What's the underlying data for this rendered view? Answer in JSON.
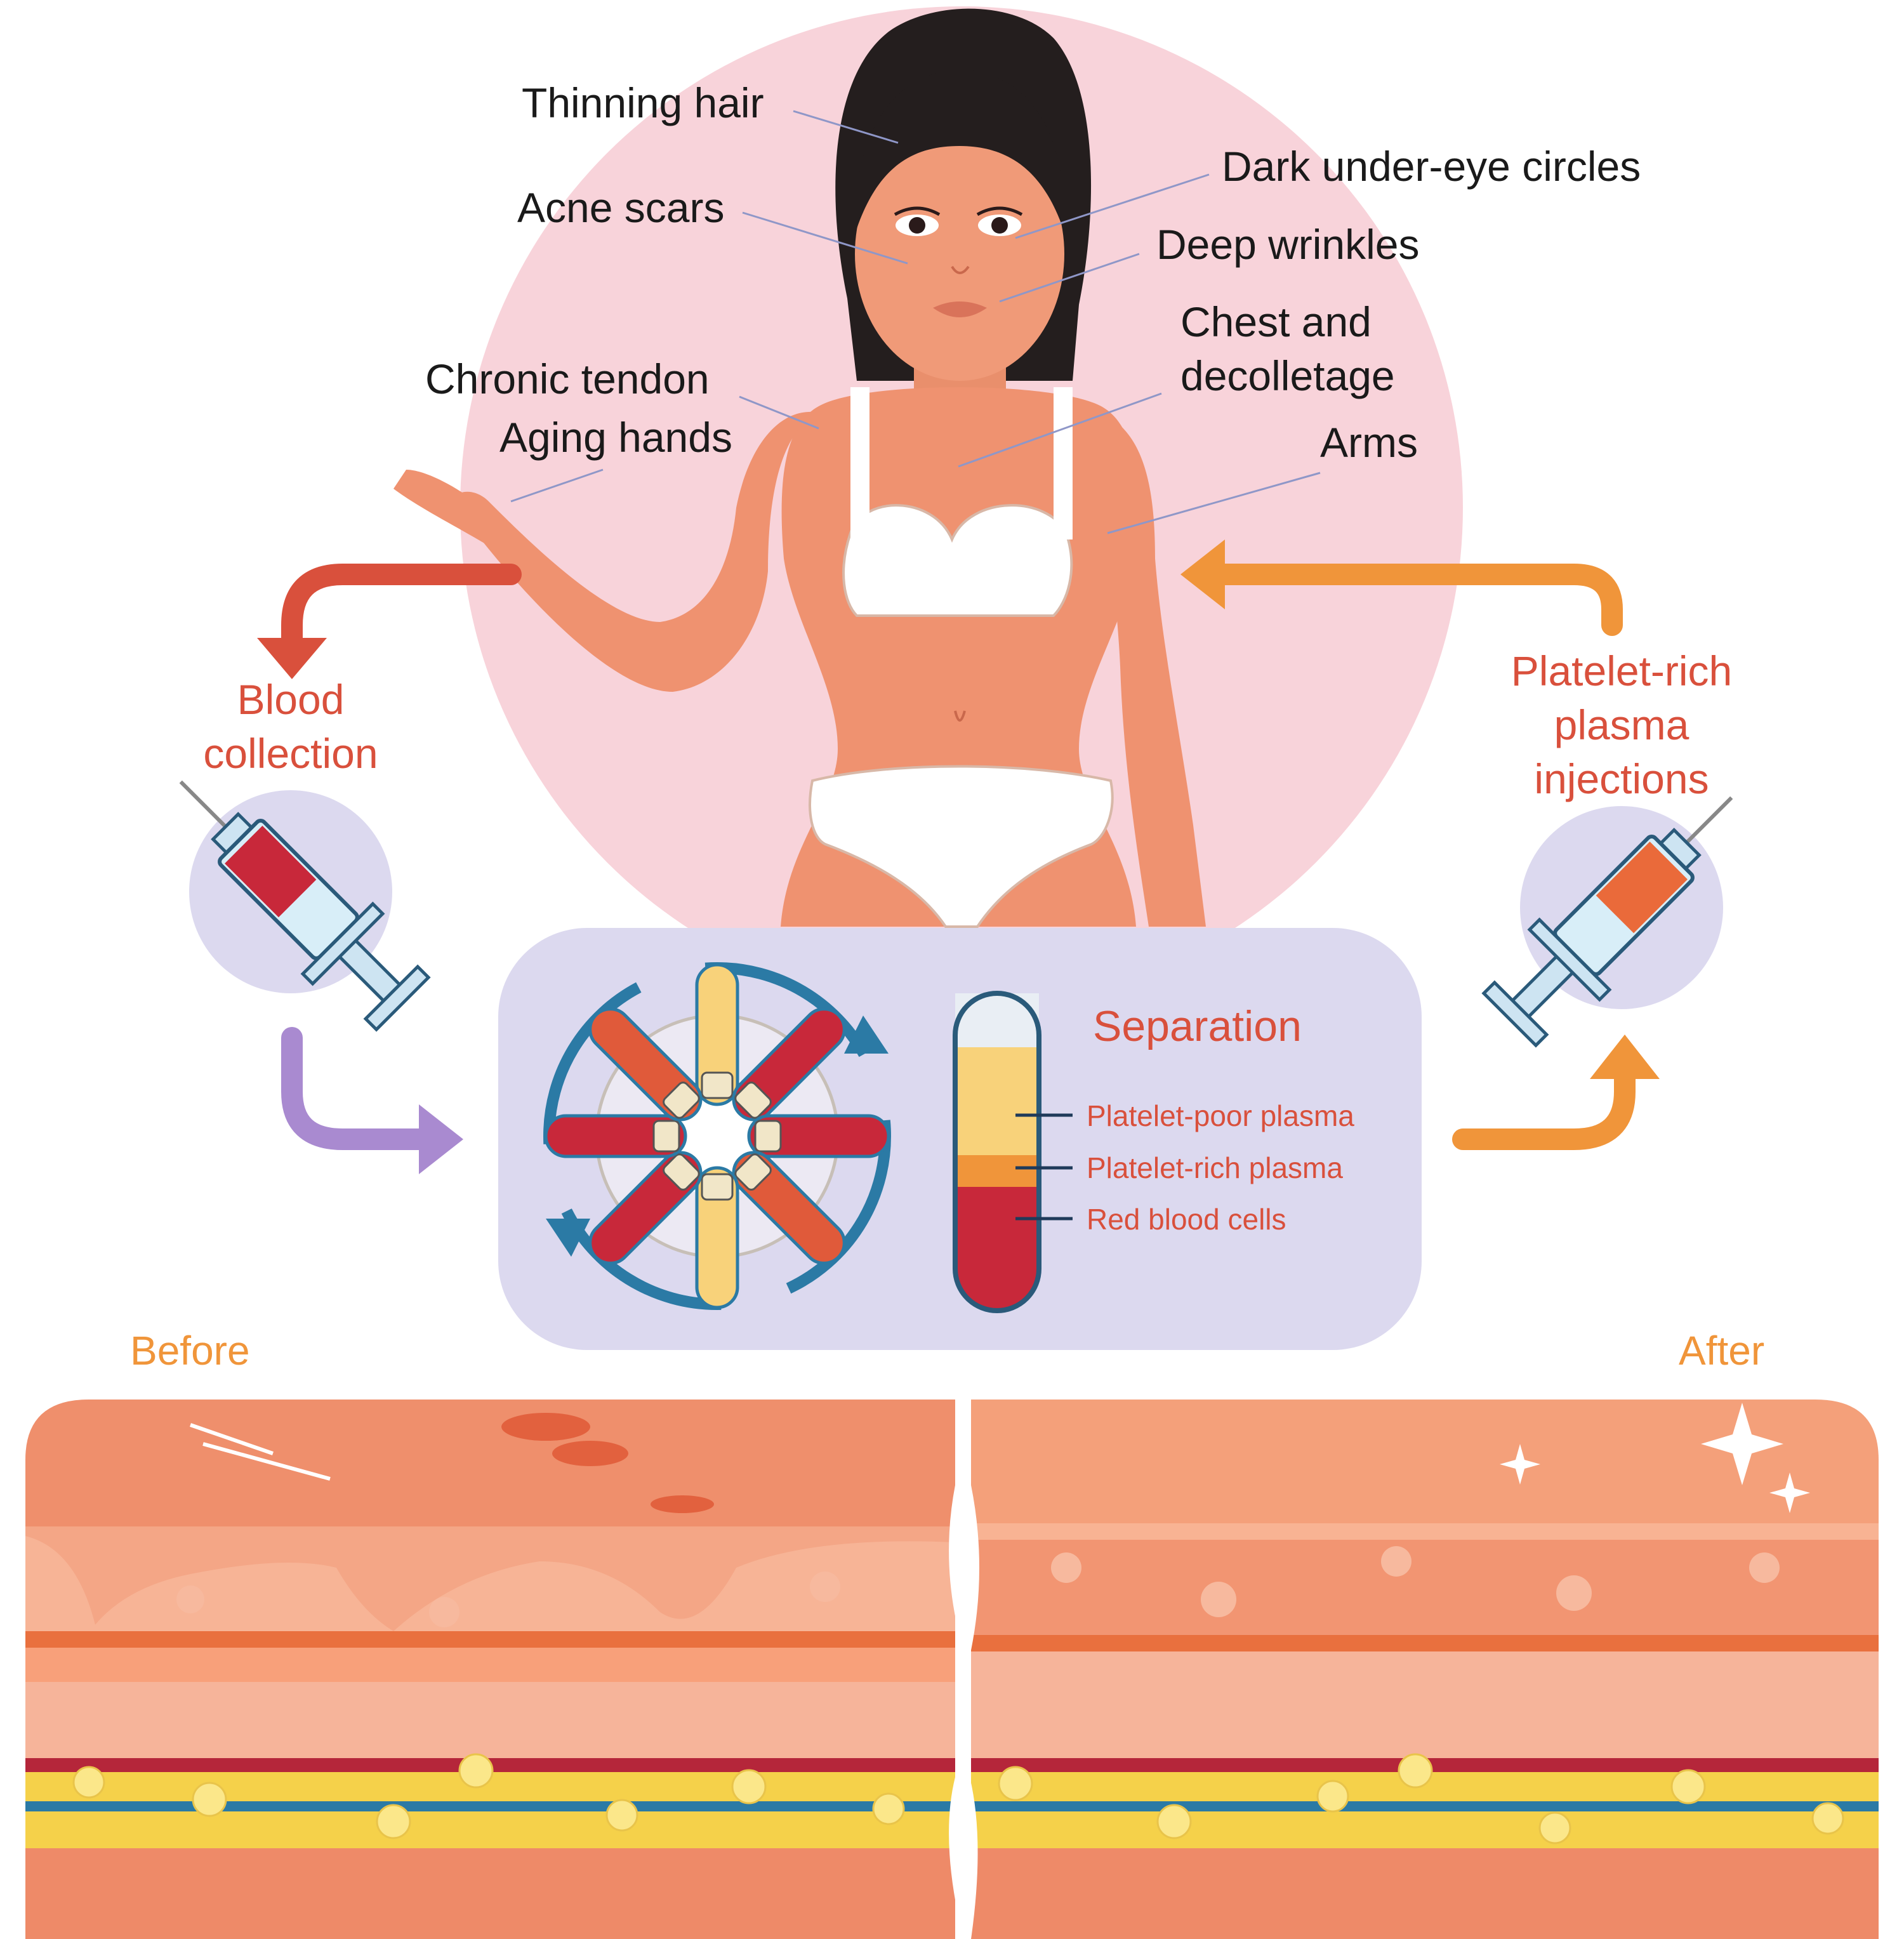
{
  "body_labels": {
    "thinning_hair": "Thinning hair",
    "acne_scars": "Acne scars",
    "dark_circles": "Dark under-eye circles",
    "deep_wrinkles": "Deep wrinkles",
    "chest_line1": "Chest and",
    "chest_line2": "decolletage",
    "chronic_tendon": "Chronic tendon",
    "aging_hands": "Aging hands",
    "arms": "Arms"
  },
  "steps": {
    "blood_line1": "Blood",
    "blood_line2": "collection",
    "prp_line1": "Platelet-rich",
    "prp_line2": "plasma",
    "prp_line3": "injections"
  },
  "separation": {
    "title": "Separation",
    "layers": [
      "Platelet-poor plasma",
      "Platelet-rich plasma",
      "Red blood cells"
    ]
  },
  "comparison": {
    "before": "Before",
    "after": "After"
  },
  "colors": {
    "pink_circle": "#f8d3da",
    "panel": "#dcd9ef",
    "skin_top": "#ef8f6c",
    "arrow_red": "#d9503c",
    "arrow_orange": "#f0953a",
    "arrow_purple": "#a98ad0",
    "tube_yellow": "#f8d27a",
    "tube_red": "#c8283a"
  }
}
